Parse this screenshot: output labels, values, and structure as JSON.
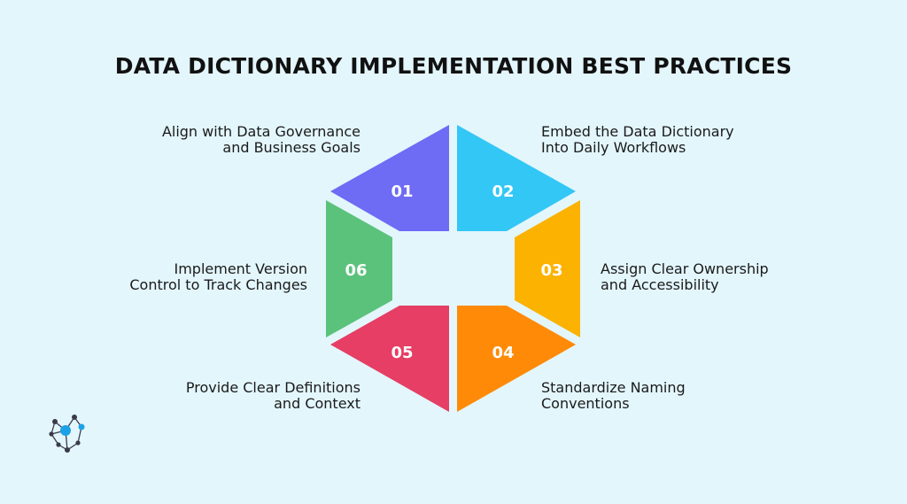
{
  "title": "DATA DICTIONARY IMPLEMENTATION BEST PRACTICES",
  "colors": {
    "background": "#e3f6fc",
    "step01": "#6e6bf4",
    "step02": "#33c7f5",
    "step03": "#fbb200",
    "step04": "#fe8a08",
    "step05": "#e63e64",
    "step06": "#5bc27b"
  },
  "steps": [
    {
      "number": "01",
      "line1": "Align with Data Governance",
      "line2": "and Business Goals"
    },
    {
      "number": "02",
      "line1": "Embed the Data Dictionary",
      "line2": "Into Daily Workflows"
    },
    {
      "number": "03",
      "line1": "Assign Clear Ownership",
      "line2": "and Accessibility"
    },
    {
      "number": "04",
      "line1": "Standardize Naming",
      "line2": "Conventions"
    },
    {
      "number": "05",
      "line1": "Provide Clear Definitions",
      "line2": "and Context"
    },
    {
      "number": "06",
      "line1": "Implement Version",
      "line2": "Control to Track Changes"
    }
  ],
  "logo_icon": "network-node-logo"
}
